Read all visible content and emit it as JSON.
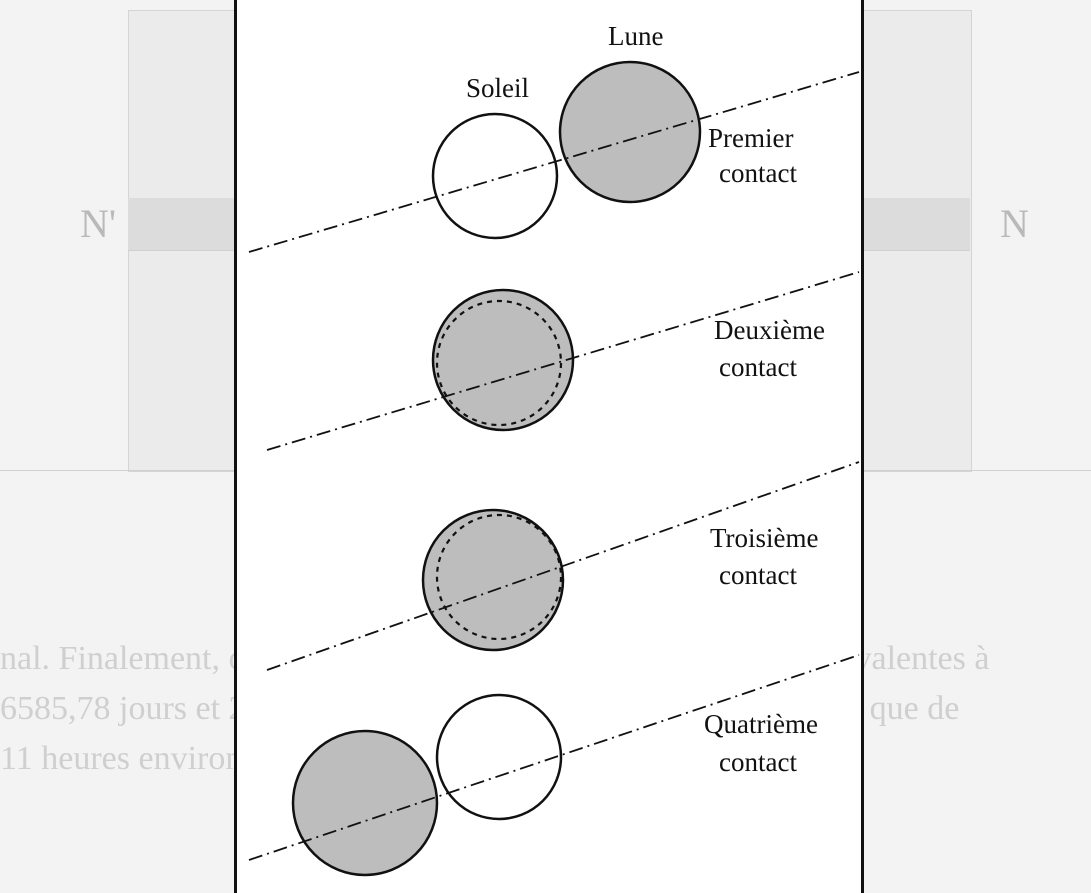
{
  "figure": {
    "labels": {
      "moon": "Lune",
      "sun": "Soleil",
      "first": [
        "Premier",
        "contact"
      ],
      "second": [
        "Deuxième",
        "contact"
      ],
      "third": [
        "Troisième",
        "contact"
      ],
      "fourth": [
        "Quatrième",
        "contact"
      ]
    },
    "colors": {
      "moon_fill": "#bdbdbd",
      "sun_fill": "#ffffff",
      "stroke": "#111111",
      "page_background": "#f3f3f3"
    }
  }
}
